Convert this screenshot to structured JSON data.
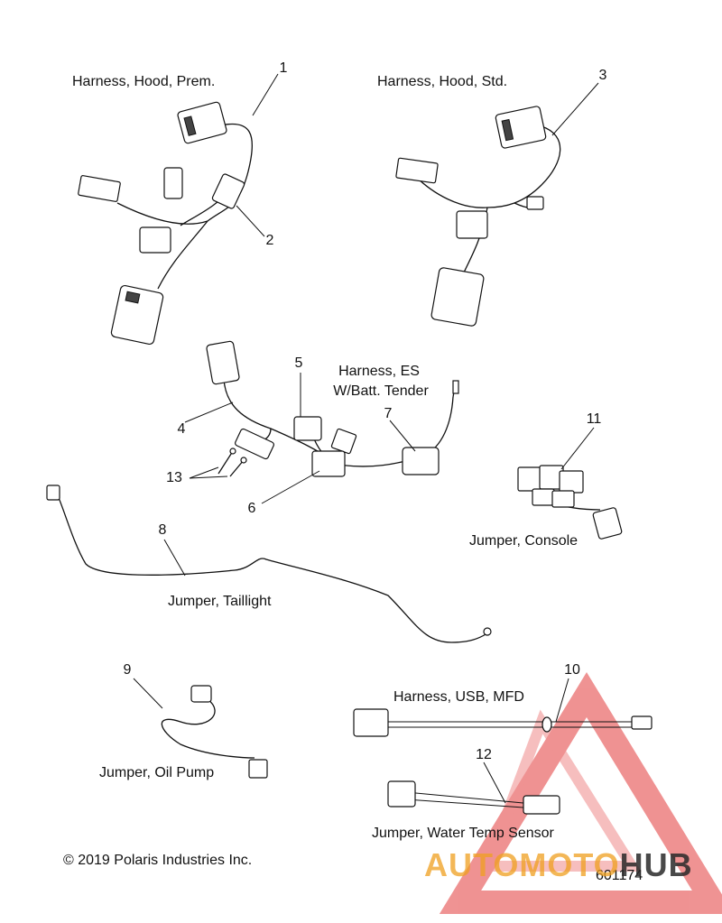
{
  "labels": {
    "hood_prem": "Harness, Hood, Prem.",
    "hood_std": "Harness, Hood, Std.",
    "es_line1": "Harness, ES",
    "es_line2": "W/Batt. Tender",
    "console": "Jumper, Console",
    "taillight": "Jumper, Taillight",
    "oil_pump": "Jumper, Oil Pump",
    "usb": "Harness, USB, MFD",
    "water_temp": "Jumper, Water Temp Sensor"
  },
  "callouts": [
    "1",
    "2",
    "3",
    "4",
    "5",
    "6",
    "7",
    "8",
    "9",
    "10",
    "11",
    "12",
    "13"
  ],
  "footer": {
    "copyright": "© 2019 Polaris Industries Inc.",
    "figure_number": "601174"
  },
  "watermark": {
    "part1": "AUTOMOTO",
    "part2": "HUB",
    "color_red": "#e23a3a",
    "color_orange": "#f0a020",
    "color_dark": "#2a2a2a"
  }
}
